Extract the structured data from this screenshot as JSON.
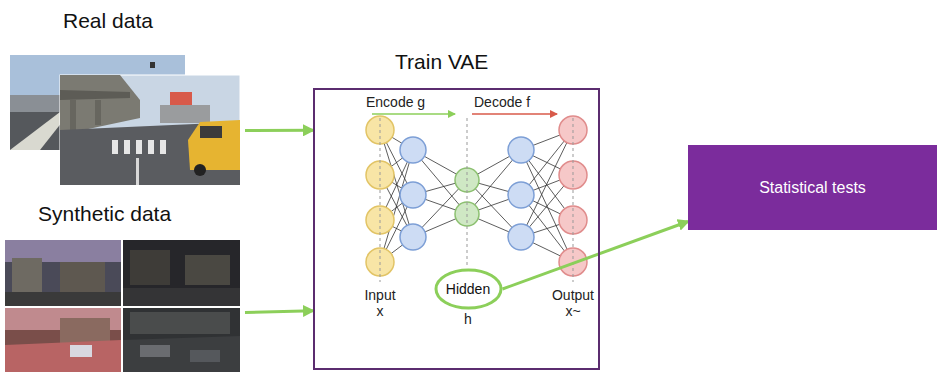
{
  "diagram": {
    "nodes": [
      {
        "text": [
          "Real data"
        ]
      },
      {
        "text": [
          "Synthetic data"
        ]
      },
      {
        "text": [
          "Train VAE"
        ]
      },
      {
        "text": [
          "Hidden"
        ],
        "in": 2
      },
      {
        "text": [
          "Statistical tests"
        ]
      }
    ],
    "edges": [
      {
        "from": 0,
        "to": 2,
        "arrow": "to"
      },
      {
        "from": 1,
        "to": 2,
        "arrow": "to"
      },
      {
        "from": 3,
        "to": 4,
        "arrow": "to"
      }
    ],
    "labels": [
      "Encode g",
      "Decode f",
      "Input x",
      "h",
      "Output x~"
    ]
  }
}
